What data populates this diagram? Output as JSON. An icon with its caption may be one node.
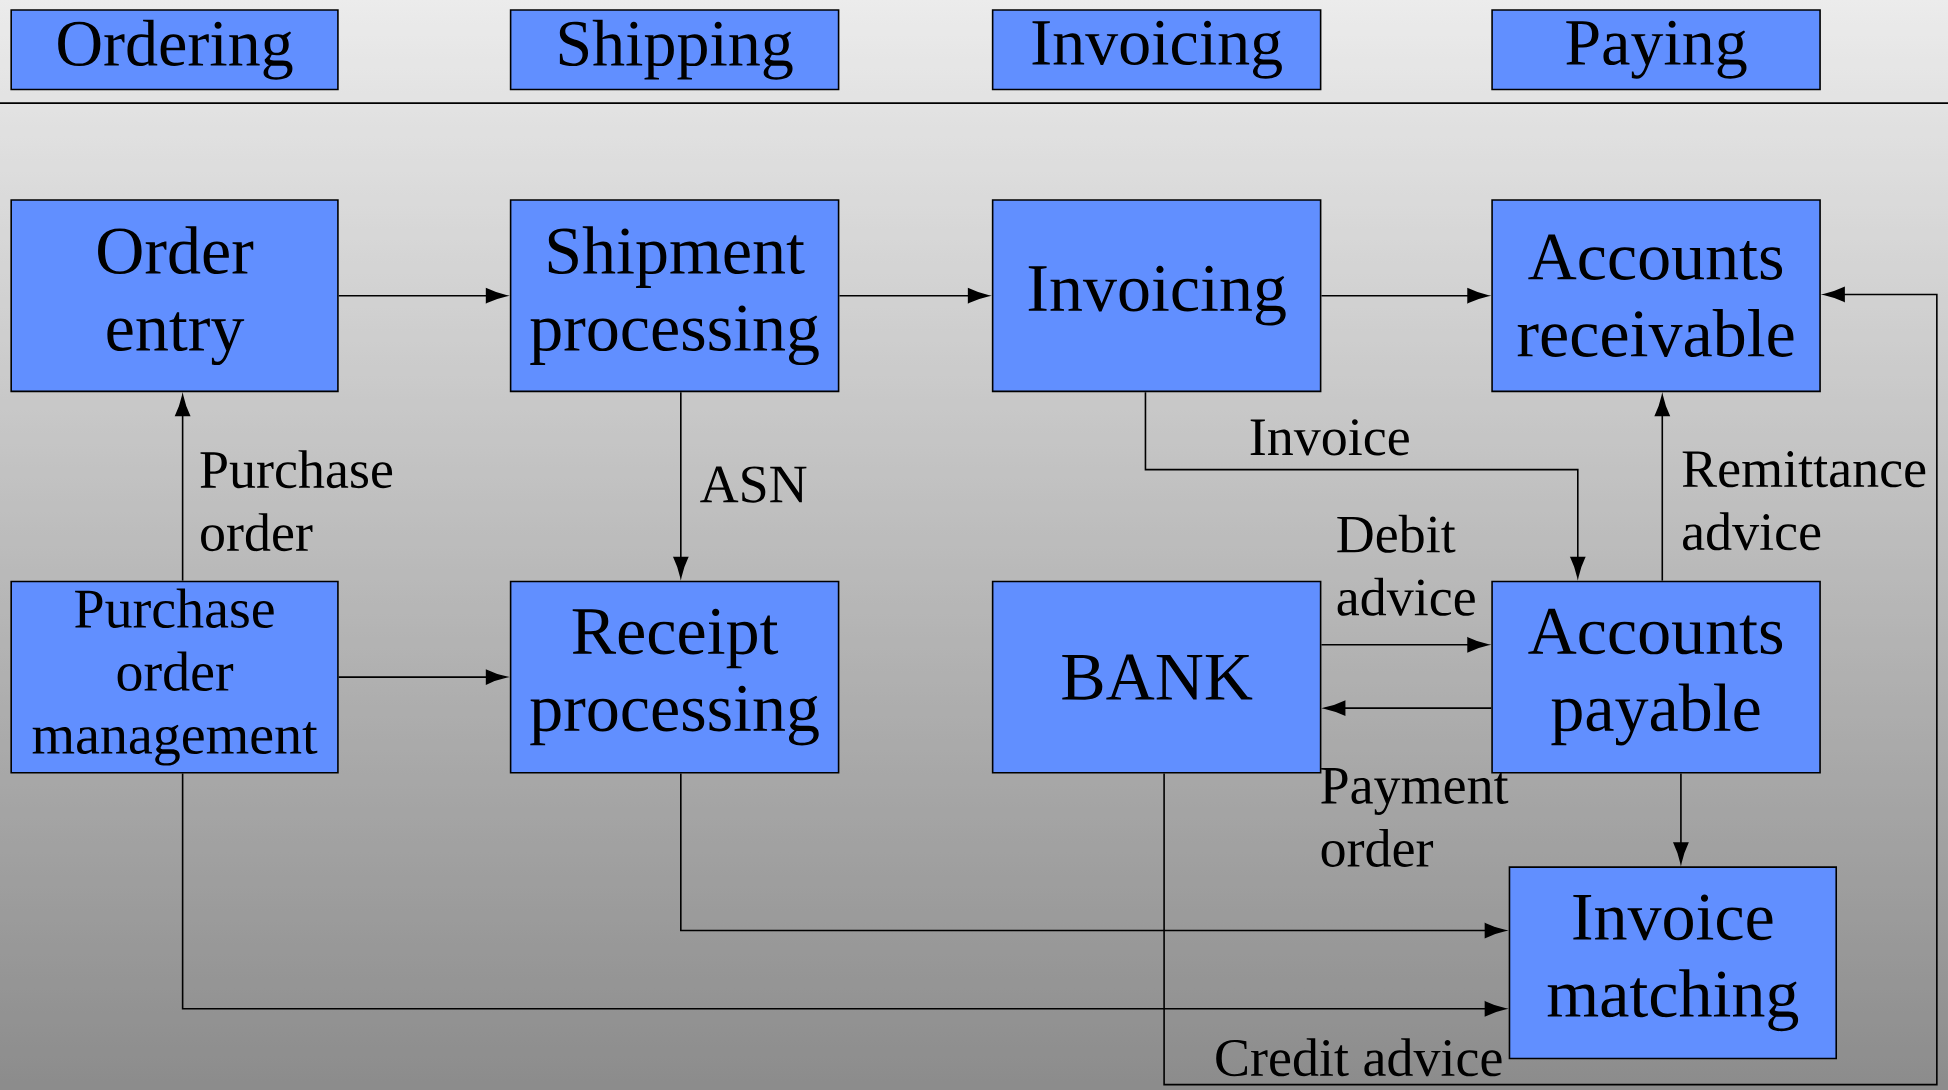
{
  "diagram": {
    "nodes": [
      {
        "text": [
          "Ordering"
        ]
      },
      {
        "text": [
          "Shipping"
        ]
      },
      {
        "text": [
          "Invoicing"
        ]
      },
      {
        "text": [
          "Paying"
        ]
      },
      {
        "text": [
          "Order entry"
        ]
      },
      {
        "text": [
          "Shipment processing"
        ]
      },
      {
        "text": [
          "Invoicing"
        ]
      },
      {
        "text": [
          "Accounts receivable"
        ]
      },
      {
        "text": [
          "Purchase order management"
        ]
      },
      {
        "text": [
          "Receipt processing"
        ]
      },
      {
        "text": [
          "BANK"
        ]
      },
      {
        "text": [
          "Accounts payable"
        ]
      },
      {
        "text": [
          "Invoice matching"
        ]
      }
    ],
    "edges": [
      {
        "from": 4,
        "to": 5,
        "arrow": "to"
      },
      {
        "from": 5,
        "to": 6,
        "arrow": "to"
      },
      {
        "from": 6,
        "to": 7,
        "arrow": "to"
      },
      {
        "from": 8,
        "to": 4,
        "arrow": "to",
        "label": "Purchase order"
      },
      {
        "from": 8,
        "to": 9,
        "arrow": "to"
      },
      {
        "from": 5,
        "to": 9,
        "arrow": "to",
        "label": "ASN"
      },
      {
        "from": 6,
        "to": 11,
        "arrow": "to",
        "label": "Invoice"
      },
      {
        "from": 11,
        "to": 7,
        "arrow": "to",
        "label": "Remittance advice"
      },
      {
        "from": 10,
        "to": 11,
        "arrow": "to",
        "label": "Debit advice"
      },
      {
        "from": 11,
        "to": 10,
        "arrow": "to",
        "label": "Payment order"
      },
      {
        "from": 11,
        "to": 12,
        "arrow": "to"
      },
      {
        "from": 9,
        "to": 12,
        "arrow": "to"
      },
      {
        "from": 8,
        "to": 12,
        "arrow": "to"
      },
      {
        "from": 10,
        "to": 7,
        "arrow": "to",
        "label": "Credit advice"
      }
    ]
  }
}
